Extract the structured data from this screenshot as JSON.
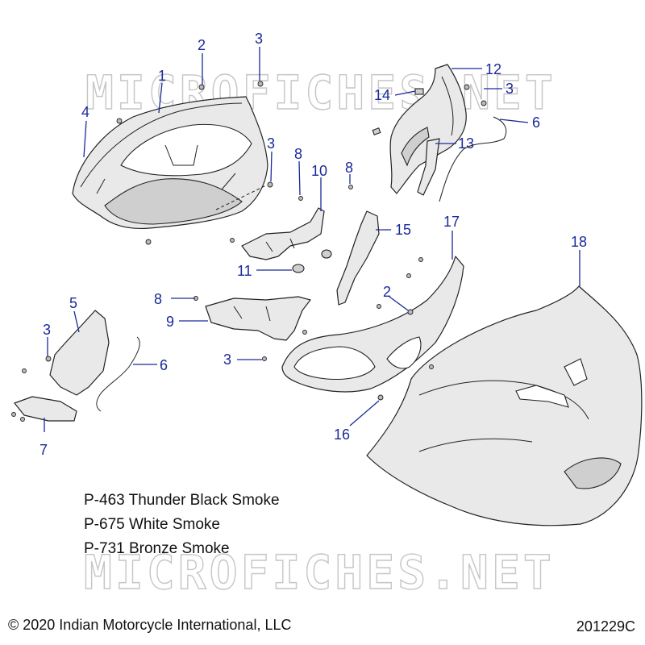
{
  "watermark": "MICROFICHES.NET",
  "callouts": [
    {
      "id": "c1",
      "label": "1"
    },
    {
      "id": "c2a",
      "label": "2"
    },
    {
      "id": "c3a",
      "label": "3"
    },
    {
      "id": "c4",
      "label": "4"
    },
    {
      "id": "c12",
      "label": "12"
    },
    {
      "id": "c14",
      "label": "14"
    },
    {
      "id": "c3b",
      "label": "3"
    },
    {
      "id": "c6a",
      "label": "6"
    },
    {
      "id": "c3c",
      "label": "3"
    },
    {
      "id": "c8a",
      "label": "8"
    },
    {
      "id": "c10",
      "label": "10"
    },
    {
      "id": "c8b",
      "label": "8"
    },
    {
      "id": "c13",
      "label": "13"
    },
    {
      "id": "c15",
      "label": "15"
    },
    {
      "id": "c17",
      "label": "17"
    },
    {
      "id": "c18",
      "label": "18"
    },
    {
      "id": "c11",
      "label": "11"
    },
    {
      "id": "c5",
      "label": "5"
    },
    {
      "id": "c8c",
      "label": "8"
    },
    {
      "id": "c2b",
      "label": "2"
    },
    {
      "id": "c9",
      "label": "9"
    },
    {
      "id": "c3d",
      "label": "3"
    },
    {
      "id": "c3e",
      "label": "3"
    },
    {
      "id": "c6b",
      "label": "6"
    },
    {
      "id": "c7",
      "label": "7"
    },
    {
      "id": "c16",
      "label": "16"
    }
  ],
  "paint_codes": [
    "P-463 Thunder Black Smoke",
    "P-675 White Smoke",
    "P-731 Bronze Smoke"
  ],
  "copyright": "© 2020 Indian Motorcycle International, LLC",
  "drawing_number": "201229C"
}
